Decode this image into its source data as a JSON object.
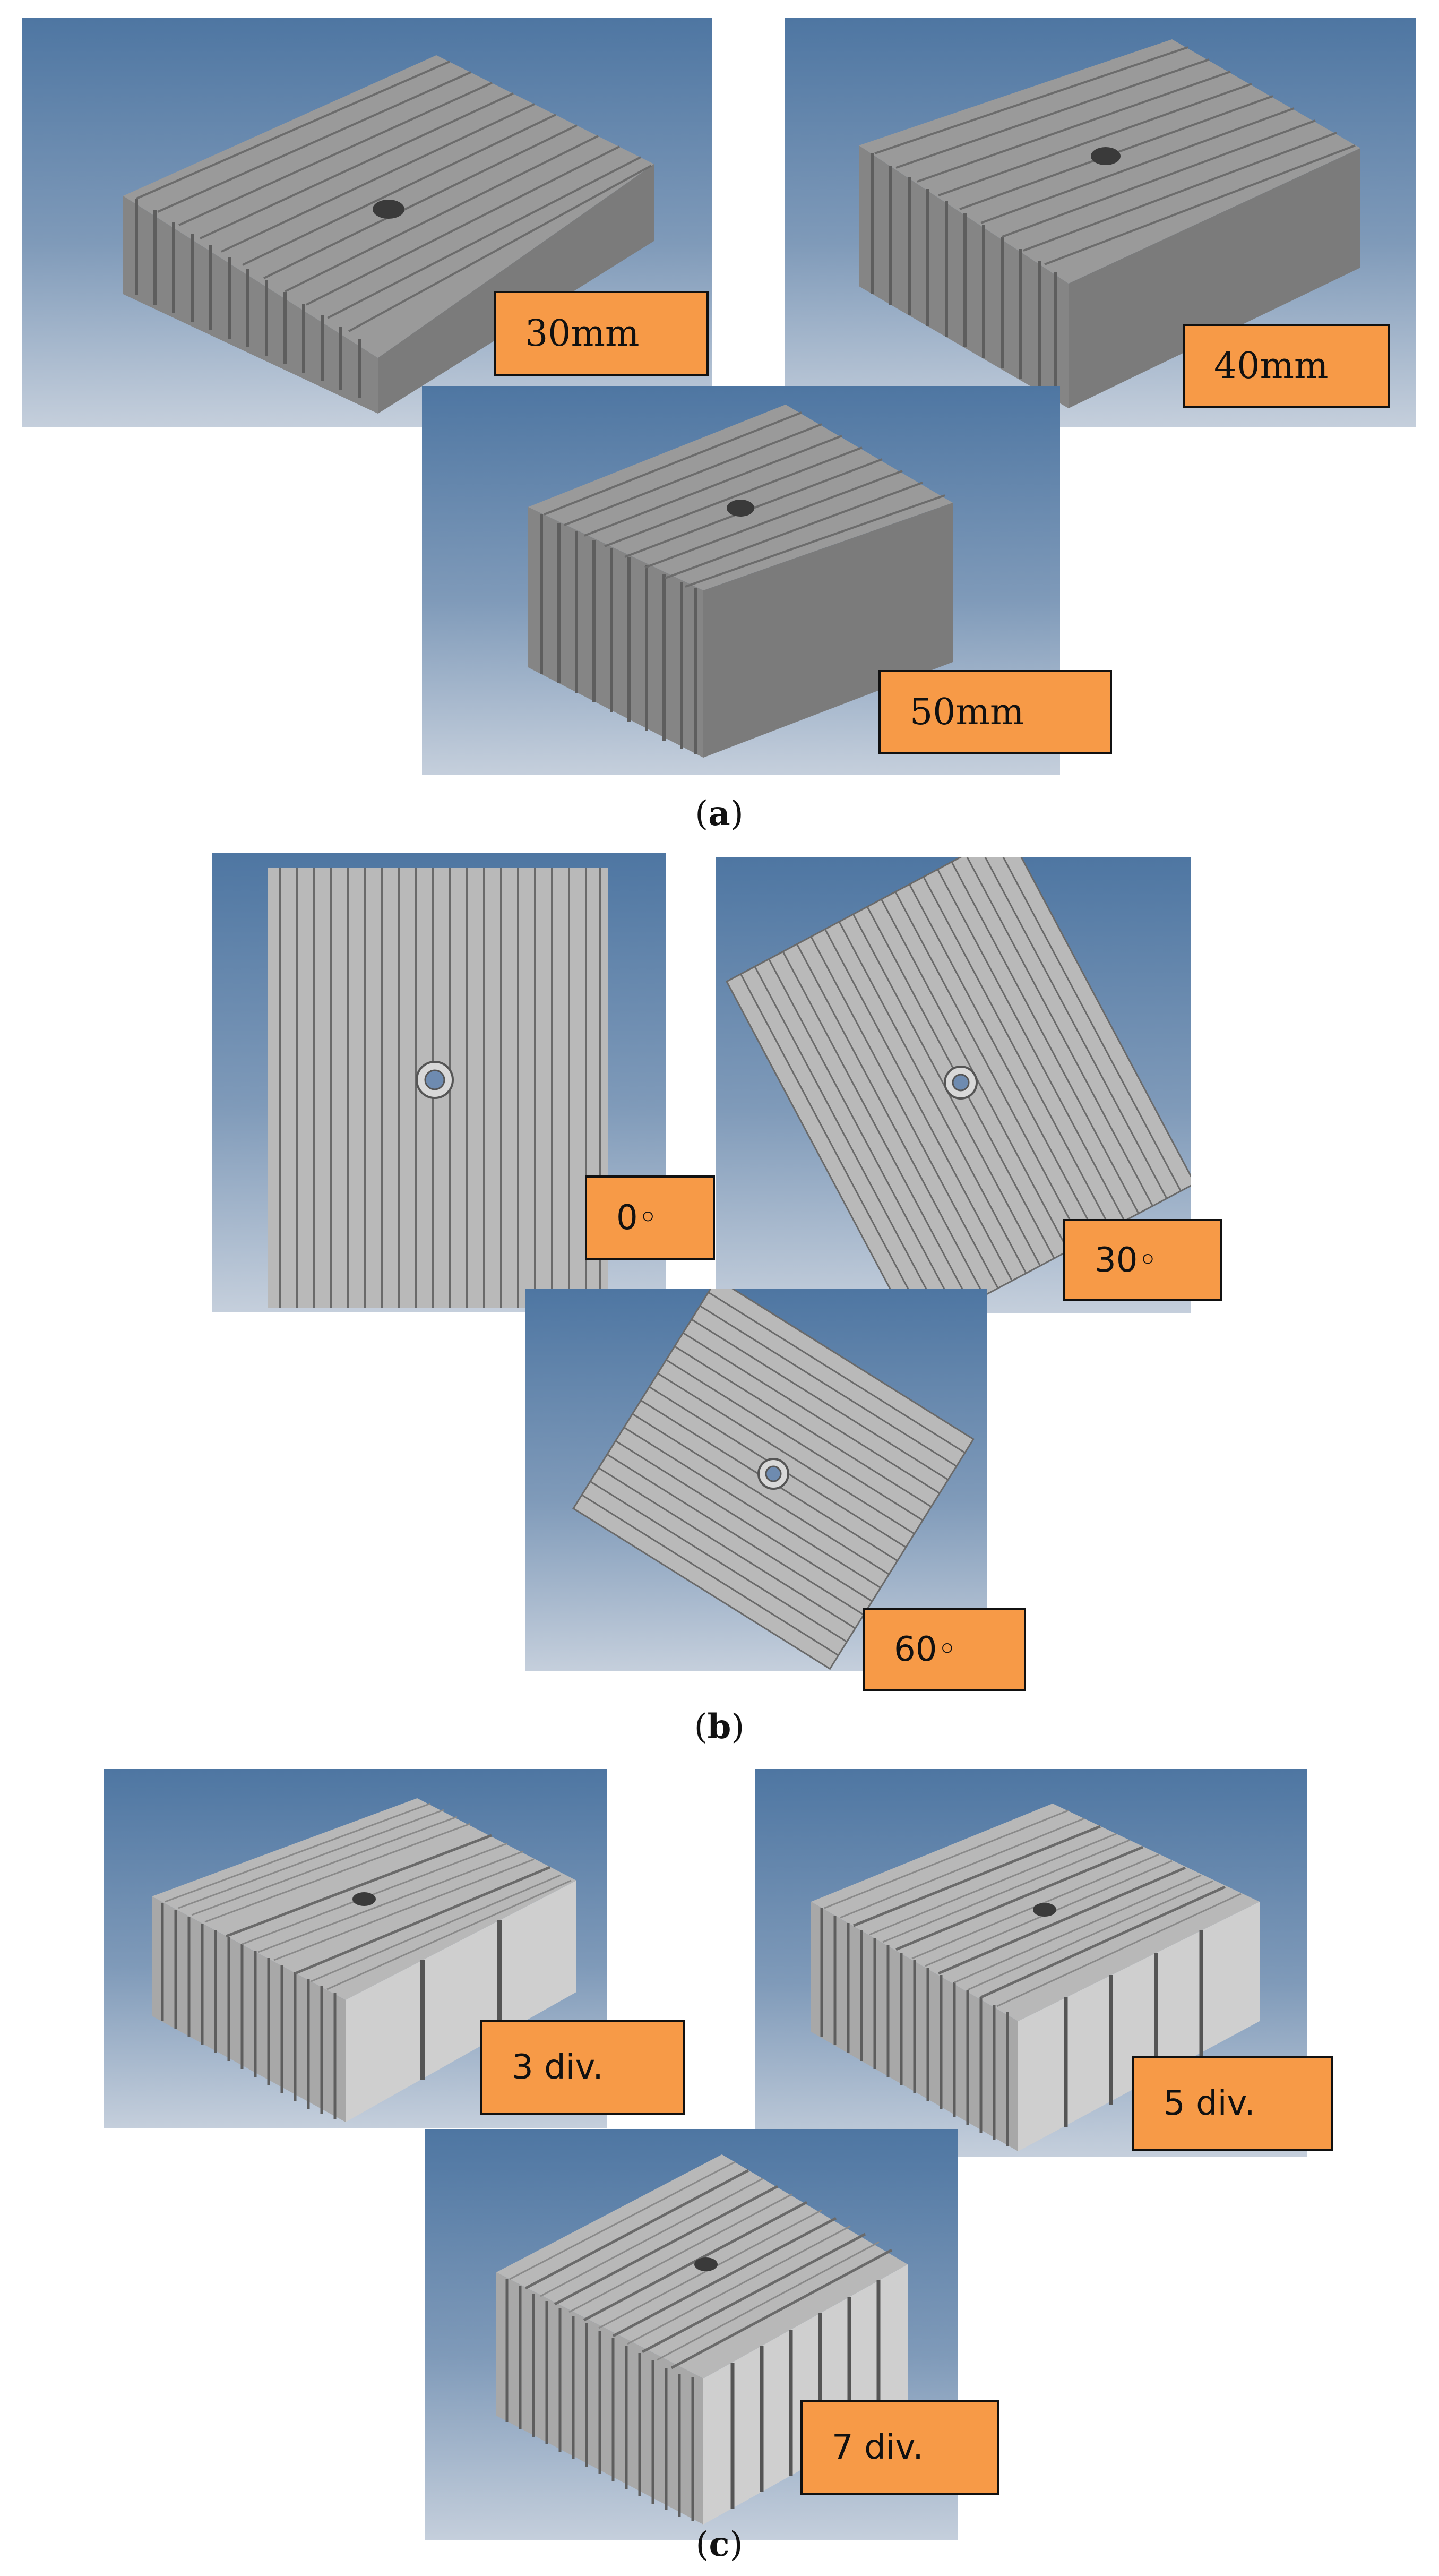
{
  "figure": {
    "captions": {
      "a": "a",
      "b": "b",
      "c": "c"
    },
    "part_a": {
      "labels": [
        "30mm",
        "40mm",
        "50mm"
      ]
    },
    "part_b": {
      "labels": [
        "0◦",
        "30◦",
        "60◦"
      ]
    },
    "part_c": {
      "labels": [
        "3 div.",
        "5 div.",
        "7 div."
      ]
    }
  },
  "colors": {
    "label_fill": "#f79a47",
    "background_top": "#4e76a2",
    "background_bottom": "#c5cfdc",
    "heatsink": "#8f8f8f"
  }
}
